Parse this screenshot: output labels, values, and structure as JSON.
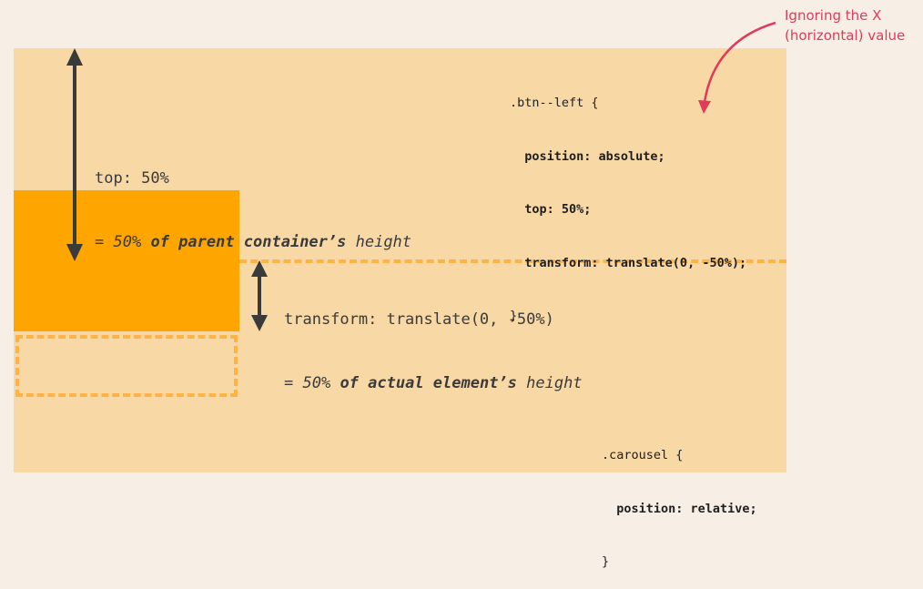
{
  "note": {
    "line1": "Ignoring the X",
    "line2": "(horizontal) value"
  },
  "btn_code": {
    "line1": ".btn--left {",
    "line2": "  position: absolute;",
    "line3": "  top: 50%;",
    "line4": "  transform: translate(0, -50%);",
    "line5": "}"
  },
  "carousel_code": {
    "line1": ".carousel {",
    "line2": "  position: relative;",
    "line3": "}"
  },
  "top_annotation": {
    "line1": "top: 50%",
    "prefix": "= ",
    "pct": "50%",
    "bold": " of parent container’s ",
    "suffix": "height"
  },
  "transform_annotation": {
    "line1": "transform: translate(0, -50%)",
    "prefix": "= ",
    "pct": "50%",
    "bold": " of actual element’s ",
    "suffix": "height"
  },
  "colors": {
    "page_bg": "#f7efe6",
    "container": "#f8d9a6",
    "element": "#ffa500",
    "dashes": "#ffb347",
    "arrows": "#3a3a3a",
    "note": "#e03c5a"
  }
}
